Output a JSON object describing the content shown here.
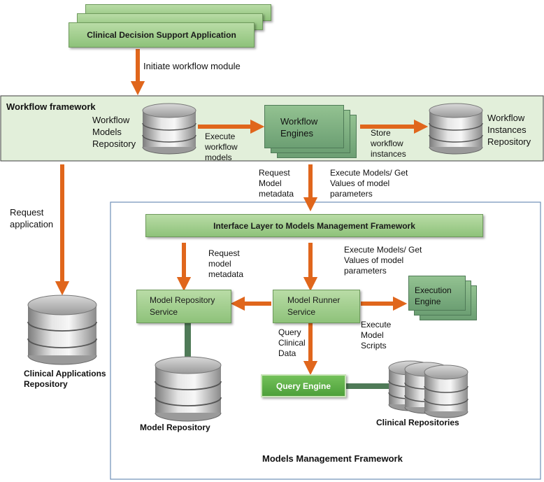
{
  "cds_app": {
    "label": "Clinical Decision Support Application"
  },
  "initiate_label": "Initiate workflow module",
  "workflow_framework": {
    "title": "Workflow framework",
    "models_repo_label": "Workflow\nModels\nRepository",
    "execute_label": "Execute\nworkflow\nmodels",
    "engines_label": "Workflow\nEngines",
    "store_label": "Store\nworkflow\ninstances",
    "instances_repo_label": "Workflow\nInstances\nRepository"
  },
  "request_model_metadata_top": "Request\nModel\nmetadata",
  "execute_models_top": "Execute Models/ Get\nValues of model\nparameters",
  "request_application": "Request\napplication",
  "clinical_apps_repo": "Clinical Applications\nRepository",
  "mmf": {
    "interface_layer": "Interface Layer to Models Management Framework",
    "request_model_metadata": "Request\nmodel\nmetadata",
    "execute_models": "Execute Models/ Get\nValues of model\nparameters",
    "model_repository_service": "Model Repository\nService",
    "model_runner_service": "Model Runner\nService",
    "execution_engine": "Execution\nEngine",
    "execute_model_scripts": "Execute\nModel\nScripts",
    "query_clinical_data": "Query\nClinical\nData",
    "query_engine": "Query Engine",
    "model_repository": "Model Repository",
    "clinical_repositories": "Clinical Repositories",
    "title": "Models Management Framework"
  },
  "colors": {
    "arrow": "#e0661c",
    "panel": "#e2efda",
    "frame": "#6f8fb8",
    "connector": "#4f7a57"
  }
}
